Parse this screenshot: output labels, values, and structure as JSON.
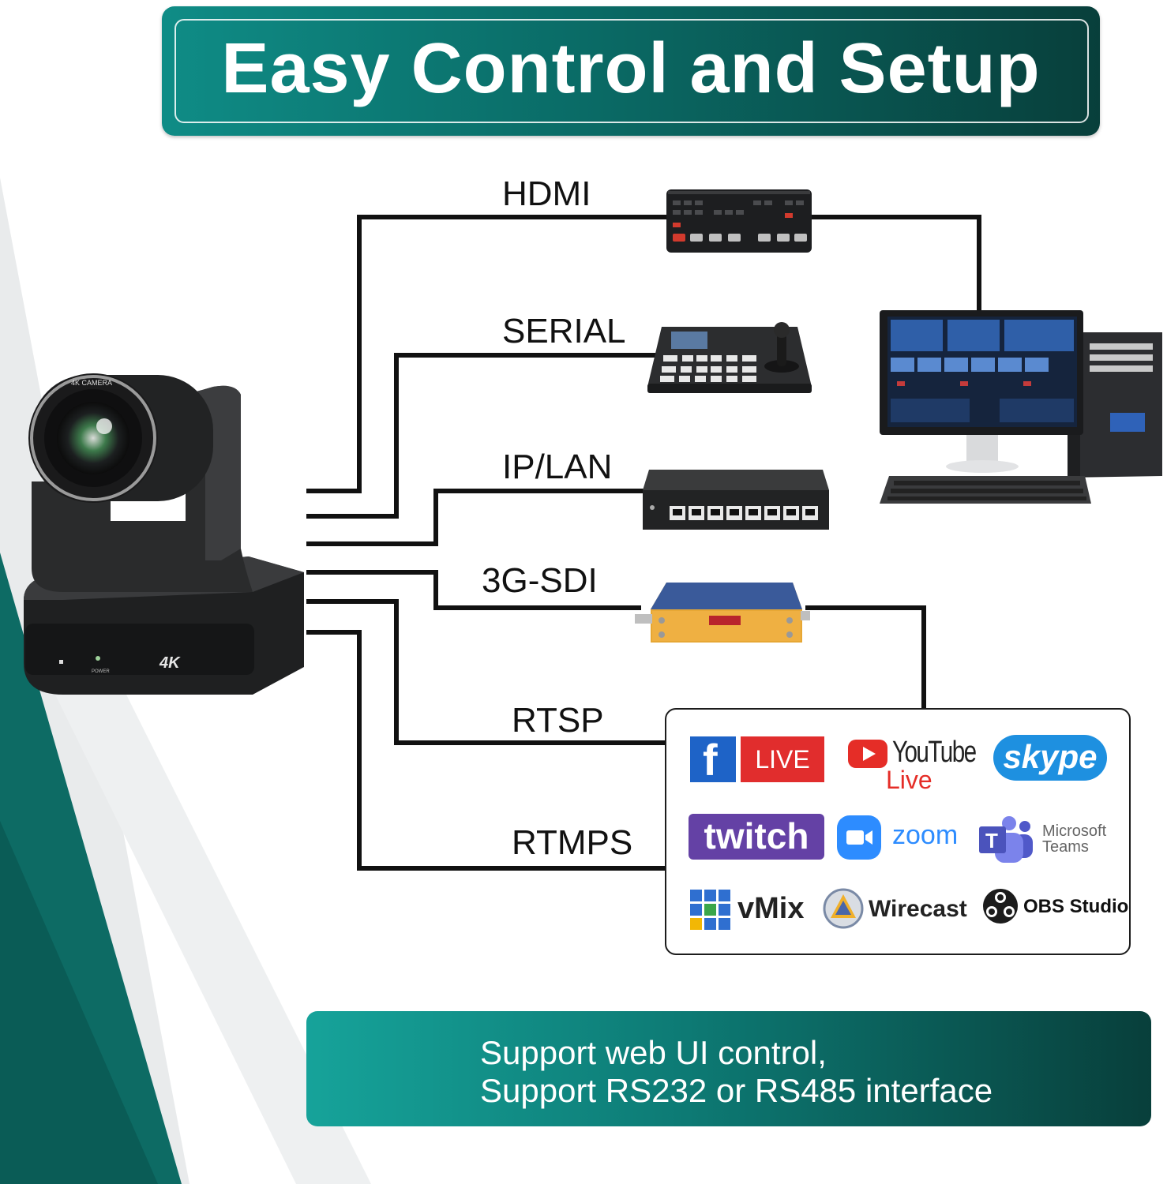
{
  "title": "Easy Control and Setup",
  "connections": [
    {
      "label": "HDMI"
    },
    {
      "label": "SERIAL"
    },
    {
      "label": "IP/LAN"
    },
    {
      "label": "3G-SDI"
    },
    {
      "label": "RTSP"
    },
    {
      "label": "RTMPS"
    }
  ],
  "camera": {
    "badge": "4K",
    "ring_text": "4K CAMERA",
    "power_label": "POWER"
  },
  "platforms": {
    "facebook": "LIVE",
    "youtube_top": "YouTube",
    "youtube_bottom": "Live",
    "skype": "skype",
    "twitch": "twitch",
    "zoom": "zoom",
    "teams_line1": "Microsoft",
    "teams_line2": "Teams",
    "vmix": "vMix",
    "wirecast": "Wirecast",
    "obs": "OBS Studio"
  },
  "footer": {
    "line1": "Support web UI control,",
    "line2": "Support RS232 or RS485 interface"
  },
  "colors": {
    "teal": "#0d7a74",
    "teal_dark": "#083f3b",
    "line": "#111111"
  }
}
